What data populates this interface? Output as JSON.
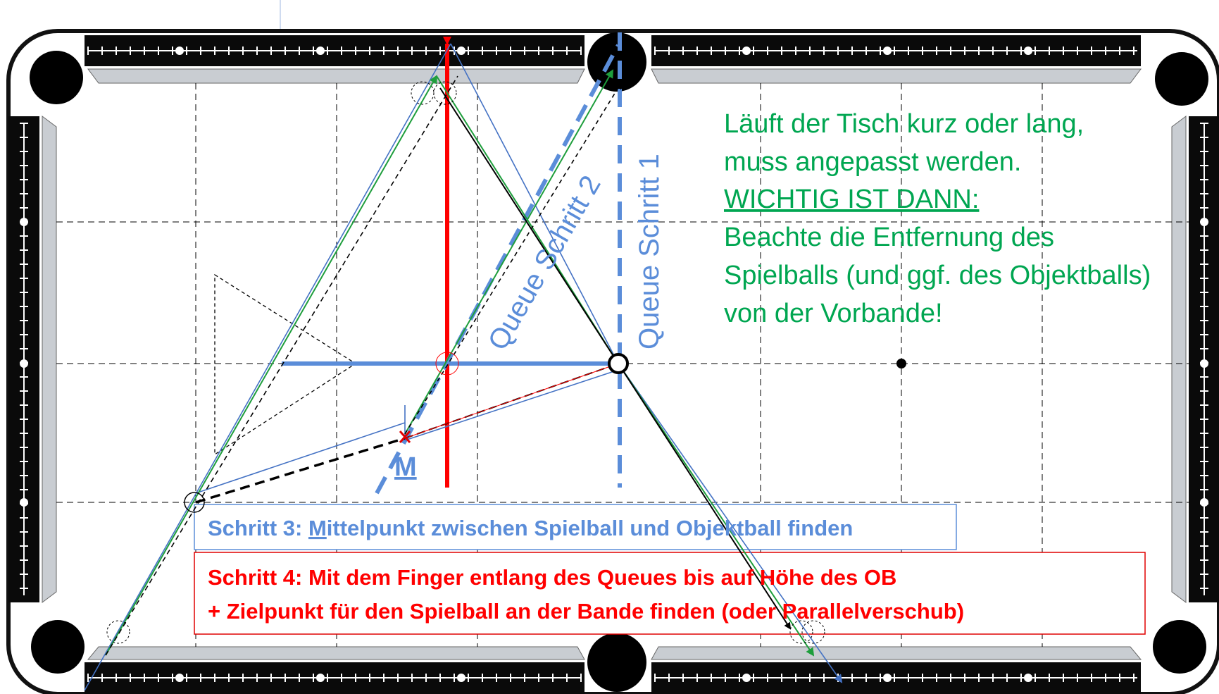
{
  "colors": {
    "blue": "#5b8dd9",
    "blue_line": "#4472c4",
    "green": "#00a651",
    "green_line": "#1e9e3c",
    "red": "#ff0000",
    "black": "#000000",
    "rail_dark": "#0a0a0a",
    "cushion": "#bfc3c8"
  },
  "queue_labels": {
    "step1": "Queue Schritt 1",
    "step2": "Queue Schritt 2"
  },
  "midpoint_label": "M",
  "note": {
    "line1": "Läuft der Tisch kurz oder lang,",
    "line2": "muss angepasst werden.",
    "line3": "WICHTIG IST DANN:",
    "line4": "Beachte die Entfernung des",
    "line5": "Spielballs (und ggf. des Objektballs)",
    "line6": "von der Vorbande!"
  },
  "step3": {
    "prefix": "Schritt 3: ",
    "underlined": "M",
    "rest": "ittelpunkt zwischen Spielball und Objektball finden"
  },
  "step4": {
    "line1": "Schritt 4: Mit dem Finger entlang des Queues bis auf Höhe des OB",
    "line2": "+ Zielpunkt für den Spielball an der Bande finden (oder Parallelverschub)"
  }
}
